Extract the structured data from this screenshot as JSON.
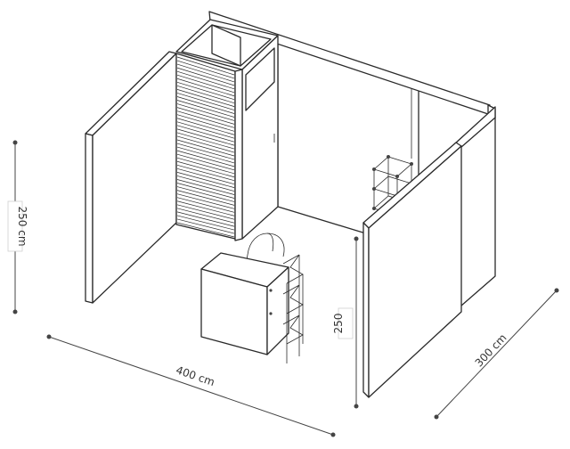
{
  "dimensions": {
    "height_left": "250 cm",
    "height_front": "250",
    "width": "400 cm",
    "depth": "300 cm"
  },
  "colors": {
    "line": "#2a2a2a",
    "dimension": "#444444",
    "background": "#ffffff"
  }
}
